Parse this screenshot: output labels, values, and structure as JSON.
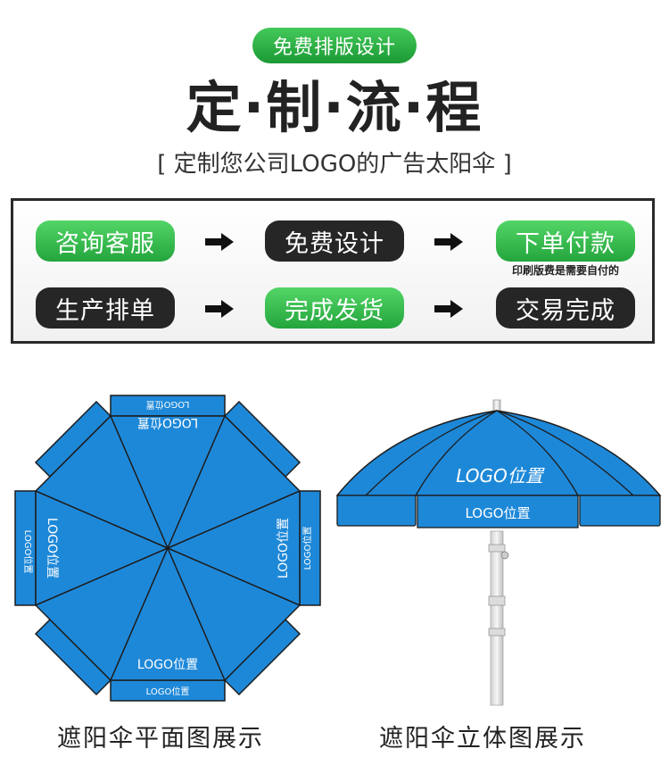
{
  "header": {
    "badge": "免费排版设计",
    "title": "定·制·流·程",
    "subtitle": "[ 定制您公司LOGO的广告太阳伞 ]"
  },
  "flow": {
    "steps": [
      {
        "label": "咨询客服",
        "style": "green"
      },
      {
        "label": "免费设计",
        "style": "black"
      },
      {
        "label": "下单付款",
        "style": "green"
      },
      {
        "label": "生产排单",
        "style": "black"
      },
      {
        "label": "完成发货",
        "style": "green"
      },
      {
        "label": "交易完成",
        "style": "black"
      }
    ],
    "note": "印刷版费是需要自付的"
  },
  "umbrella": {
    "logo_label": "LOGO位置",
    "plan_caption": "遮阳伞平面图展示",
    "side_caption": "遮阳伞立体图展示"
  },
  "colors": {
    "green": "#2fb046",
    "black": "#262626",
    "umbrella_blue": "#1e88d8",
    "border": "#2a2a2a"
  }
}
